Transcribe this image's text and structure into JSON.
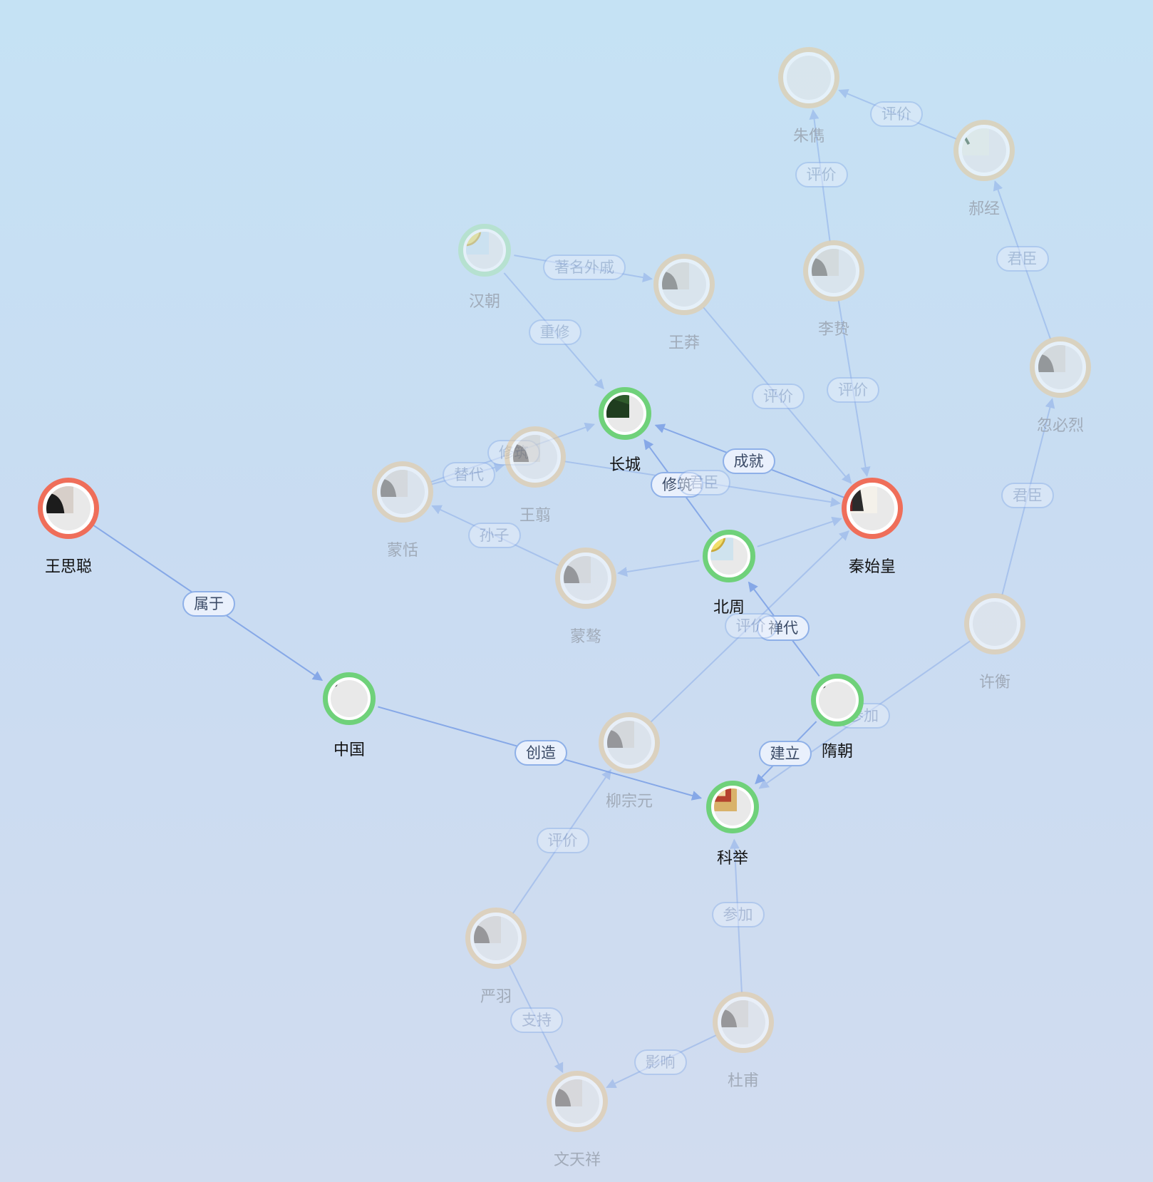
{
  "colors": {
    "person_ring": "#ef6e5a",
    "concept_ring": "#6fd17a",
    "faded_person_ring": "#e8c998",
    "faded_concept_ring": "#a9e3b4",
    "edge_line": "#7fa3e6",
    "label_border": "#8eb0e8",
    "label_bg": "#e9f0fc"
  },
  "nodes": [
    {
      "id": "wangsicong",
      "label": "王思聪",
      "kind": "person",
      "faded": false,
      "icon": "person-photo-icon"
    },
    {
      "id": "zhongguo",
      "label": "中国",
      "kind": "concept",
      "faded": false,
      "icon": "graph-icon"
    },
    {
      "id": "changcheng",
      "label": "长城",
      "kind": "concept",
      "faded": false,
      "icon": "landscape-photo-icon"
    },
    {
      "id": "qinshihuang",
      "label": "秦始皇",
      "kind": "person",
      "faded": false,
      "icon": "person-painting-icon"
    },
    {
      "id": "beizhou",
      "label": "北周",
      "kind": "concept",
      "faded": false,
      "icon": "map-icon"
    },
    {
      "id": "suichao",
      "label": "隋朝",
      "kind": "concept",
      "faded": false,
      "icon": "graph-icon"
    },
    {
      "id": "keju",
      "label": "科举",
      "kind": "concept",
      "faded": false,
      "icon": "exam-painting-icon"
    },
    {
      "id": "hanchao",
      "label": "汉朝",
      "kind": "concept",
      "faded": true,
      "icon": "map-icon"
    },
    {
      "id": "wangmang",
      "label": "王莽",
      "kind": "person",
      "faded": true,
      "icon": "portrait-icon"
    },
    {
      "id": "zhujuan",
      "label": "朱儁",
      "kind": "person",
      "faded": true,
      "icon": "graph-icon"
    },
    {
      "id": "haojing",
      "label": "郝经",
      "kind": "person",
      "faded": true,
      "icon": "figure-drawing-icon"
    },
    {
      "id": "lizhi",
      "label": "李贽",
      "kind": "person",
      "faded": true,
      "icon": "portrait-icon"
    },
    {
      "id": "hubilie",
      "label": "忽必烈",
      "kind": "person",
      "faded": true,
      "icon": "portrait-icon"
    },
    {
      "id": "wangjian",
      "label": "王翦",
      "kind": "person",
      "faded": true,
      "icon": "portrait-icon"
    },
    {
      "id": "mengtian",
      "label": "蒙恬",
      "kind": "person",
      "faded": true,
      "icon": "portrait-icon"
    },
    {
      "id": "mengao",
      "label": "蒙骜",
      "kind": "person",
      "faded": true,
      "icon": "portrait-icon"
    },
    {
      "id": "xuheng",
      "label": "许衡",
      "kind": "person",
      "faded": true,
      "icon": "graph-icon"
    },
    {
      "id": "liuzongyuan",
      "label": "柳宗元",
      "kind": "person",
      "faded": true,
      "icon": "portrait-icon"
    },
    {
      "id": "yanyu",
      "label": "严羽",
      "kind": "person",
      "faded": true,
      "icon": "portrait-icon"
    },
    {
      "id": "dufu",
      "label": "杜甫",
      "kind": "person",
      "faded": true,
      "icon": "portrait-icon"
    },
    {
      "id": "wentianxiang",
      "label": "文天祥",
      "kind": "person",
      "faded": true,
      "icon": "portrait-icon"
    }
  ],
  "edges": [
    {
      "from": "wangsicong",
      "to": "zhongguo",
      "label": "属于",
      "faded": false
    },
    {
      "from": "zhongguo",
      "to": "keju",
      "label": "创造",
      "faded": false
    },
    {
      "from": "qinshihuang",
      "to": "changcheng",
      "label": "成就",
      "faded": false
    },
    {
      "from": "beizhou",
      "to": "changcheng",
      "label": "修筑",
      "faded": false
    },
    {
      "from": "suichao",
      "to": "beizhou",
      "label": "禅代",
      "faded": false
    },
    {
      "from": "suichao",
      "to": "keju",
      "label": "建立",
      "faded": false
    },
    {
      "from": "hanchao",
      "to": "changcheng",
      "label": "重修",
      "faded": true
    },
    {
      "from": "hanchao",
      "to": "wangmang",
      "label": "著名外戚",
      "faded": true
    },
    {
      "from": "wangmang",
      "to": "qinshihuang",
      "label": "评价",
      "faded": true
    },
    {
      "from": "lizhi",
      "to": "zhujuan",
      "label": "评价",
      "faded": true
    },
    {
      "from": "lizhi",
      "to": "qinshihuang",
      "label": "评价",
      "faded": true
    },
    {
      "from": "haojing",
      "to": "zhujuan",
      "label": "评价",
      "faded": true
    },
    {
      "from": "hubilie",
      "to": "haojing",
      "label": "君臣",
      "faded": true
    },
    {
      "from": "xuheng",
      "to": "hubilie",
      "label": "君臣",
      "faded": true
    },
    {
      "from": "wangjian",
      "to": "qinshihuang",
      "label": "君臣",
      "faded": true
    },
    {
      "from": "mengtian",
      "to": "changcheng",
      "label": "修筑",
      "faded": true
    },
    {
      "from": "mengtian",
      "to": "wangjian",
      "label": "替代",
      "faded": true
    },
    {
      "from": "mengao",
      "to": "mengtian",
      "label": "孙子",
      "faded": true
    },
    {
      "from": "beizhou",
      "to": "mengao",
      "label": "",
      "faded": true
    },
    {
      "from": "beizhou",
      "to": "qinshihuang",
      "label": "",
      "faded": true
    },
    {
      "from": "liuzongyuan",
      "to": "qinshihuang",
      "label": "评价",
      "faded": true
    },
    {
      "from": "xuheng",
      "to": "keju",
      "label": "参加",
      "faded": true
    },
    {
      "from": "yanyu",
      "to": "liuzongyuan",
      "label": "评价",
      "faded": true
    },
    {
      "from": "yanyu",
      "to": "wentianxiang",
      "label": "支持",
      "faded": true
    },
    {
      "from": "dufu",
      "to": "keju",
      "label": "参加",
      "faded": true
    },
    {
      "from": "dufu",
      "to": "wentianxiang",
      "label": "影响",
      "faded": true
    }
  ]
}
